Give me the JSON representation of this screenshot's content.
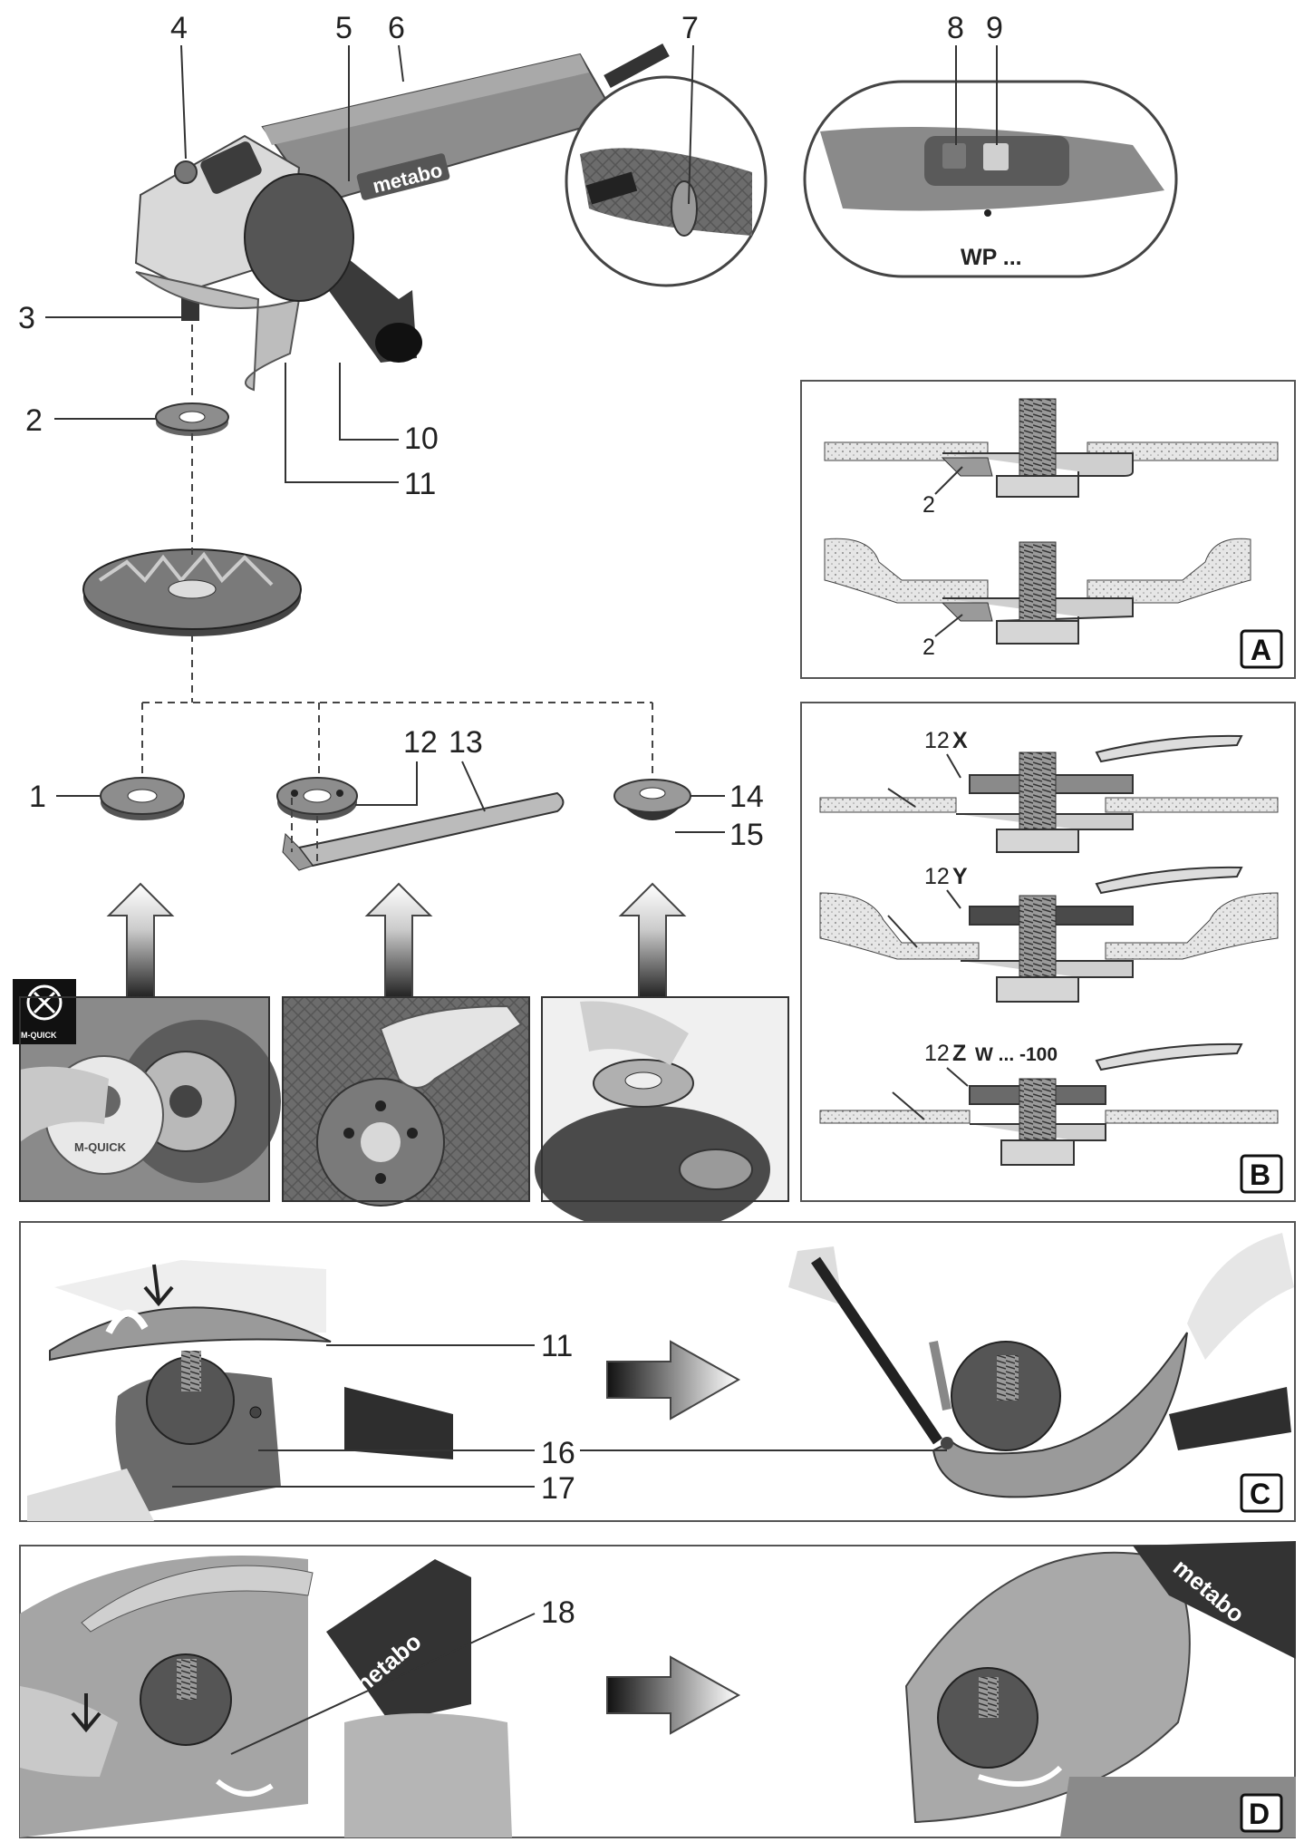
{
  "callouts": {
    "n1": "1",
    "n2": "2",
    "n3": "3",
    "n4": "4",
    "n5": "5",
    "n6": "6",
    "n7": "7",
    "n8": "8",
    "n9": "9",
    "n10": "10",
    "n11": "11",
    "n12": "12",
    "n13": "13",
    "n14": "14",
    "n15": "15",
    "n16": "16",
    "n17": "17",
    "n18": "18",
    "n11c": "11"
  },
  "switch_inset": {
    "model": "WP ..."
  },
  "brand": {
    "tool_logo": "metabo",
    "handle_logo_1": "metabo",
    "handle_logo_2": "metabo"
  },
  "wheel_labels": {
    "mquick": "M-QUICK"
  },
  "panel_a": {
    "letter": "A",
    "label_top": "2",
    "label_bottom": "2"
  },
  "panel_b": {
    "letter": "B",
    "x_prefix": "12",
    "x_suffix": "X",
    "y_prefix": "12",
    "y_suffix": "Y",
    "z_prefix": "12",
    "z_suffix": "Z",
    "z_note": "W ... -100"
  },
  "panel_c": {
    "letter": "C"
  },
  "panel_d": {
    "letter": "D"
  },
  "mquick_icon": {
    "caption": "M-QUICK"
  },
  "colors": {
    "ink": "#222222",
    "photo_mid": "#8a8a8a",
    "photo_dark": "#4a4a4a",
    "panel_border": "#555555"
  }
}
